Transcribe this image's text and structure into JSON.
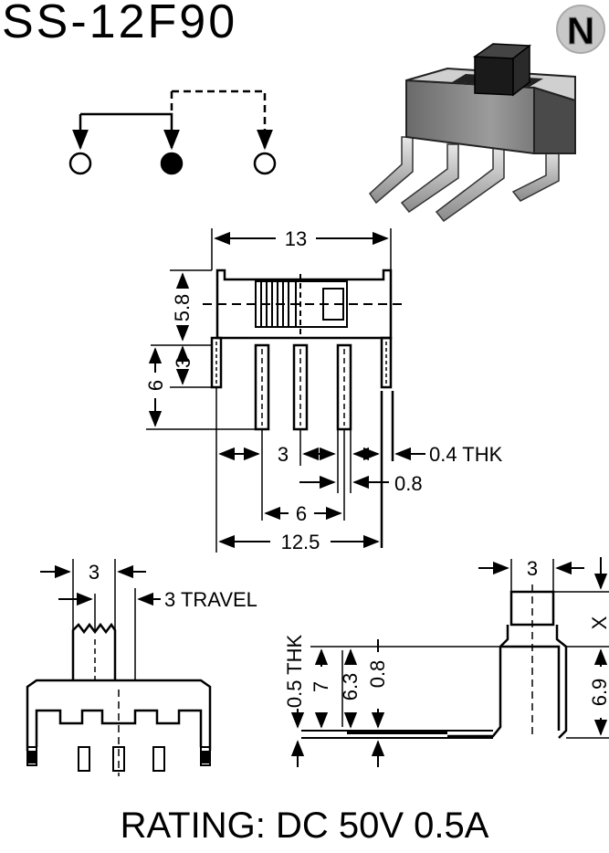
{
  "header": {
    "model": "SS-12F90",
    "logo_letter": "N"
  },
  "front_view": {
    "width": "13",
    "height_top": "5.8",
    "height_mid": "3",
    "height_total": "6",
    "pin_thk": "0.4 THK",
    "pitch": "3",
    "pin_width": "0.8",
    "span_6": "6",
    "span_12_5": "12.5"
  },
  "top_view": {
    "knob_width": "3",
    "travel": "3 TRAVEL"
  },
  "side_view": {
    "thk": "0.5 THK",
    "h7": "7",
    "h6_3": "6.3",
    "h0_8": "0.8",
    "knob_w": "3",
    "x_label": "X",
    "h6_9": "6.9"
  },
  "footer": {
    "rating": "RATING: DC 50V 0.5A"
  },
  "colors": {
    "ink": "#000000",
    "paper": "#ffffff"
  }
}
